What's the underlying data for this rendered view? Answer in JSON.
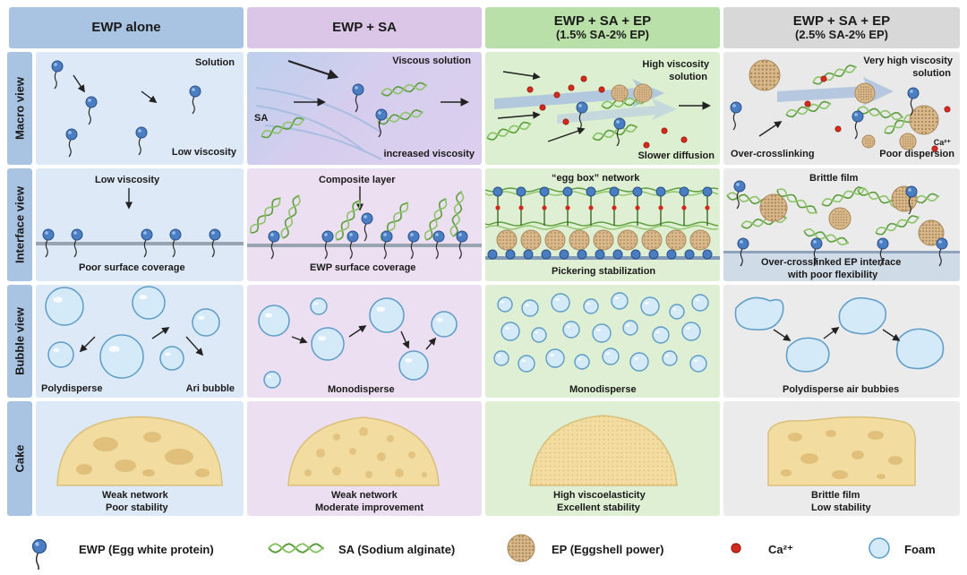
{
  "columns": [
    {
      "title": "EWP alone",
      "subtitle": ""
    },
    {
      "title": "EWP + SA",
      "subtitle": ""
    },
    {
      "title": "EWP + SA + EP",
      "subtitle": "(1.5% SA-2% EP)"
    },
    {
      "title": "EWP + SA + EP",
      "subtitle": "(2.5% SA-2% EP)"
    }
  ],
  "rows": [
    "Macro view",
    "Interface view",
    "Bubble view",
    "Cake"
  ],
  "macro": {
    "c1": {
      "a": "Solution",
      "b": "Low viscosity"
    },
    "c2": {
      "a": "Viscous solution",
      "b": "SA",
      "c": "increased viscosity"
    },
    "c3": {
      "a": "High viscosity",
      "a2": "solution",
      "b": "Slower diffusion"
    },
    "c4": {
      "a": "Very high viscosity",
      "a2": "solution",
      "b": "Over-crosslinking",
      "c": "Poor dispersion",
      "d": "Ca²⁺"
    }
  },
  "interface": {
    "c1": {
      "top": "Low viscosity",
      "bottom": "Poor surface coverage"
    },
    "c2": {
      "top": "Composite layer",
      "bottom": "EWP surface coverage"
    },
    "c3": {
      "top": "“egg box” network",
      "bottom": "Pickering stabilization"
    },
    "c4": {
      "top": "Brittle film",
      "bottom1": "Over-crosslinked EP interface",
      "bottom2": "with poor flexibility"
    }
  },
  "bubble": {
    "c1": {
      "a": "Polydisperse",
      "b": "Ari bubble"
    },
    "c2": {
      "a": "Monodisperse"
    },
    "c3": {
      "a": "Monodisperse"
    },
    "c4": {
      "a": "Polydisperse air bubbies"
    }
  },
  "cake": {
    "c1": {
      "a": "Weak network",
      "b": "Poor stability"
    },
    "c2": {
      "a": "Weak network",
      "b": "Moderate improvement"
    },
    "c3": {
      "a": "High viscoelasticity",
      "b": "Excellent stability"
    },
    "c4": {
      "a": "Brittle film",
      "b": "Low stability"
    }
  },
  "legend": {
    "ewp": "EWP (Egg white protein)",
    "sa": "SA (Sodium alginate)",
    "ep": "EP (Eggshell power)",
    "ca": "Ca²⁺",
    "foam": "Foam"
  },
  "colors": {
    "col1_header": "#a9c3e2",
    "col2_header": "#d9c4e6",
    "col3_header": "#b8dea8",
    "col4_header": "#d9d9d9",
    "col1_bg": "#dde9f6",
    "col2_bg": "#ecdff2",
    "col3_bg": "#deefd3",
    "col4_bg": "#ebebeb",
    "ewp_blue": "#4a7ec2",
    "sa_green": "#5a9e3a",
    "ca_red": "#d42a1e",
    "ep_tan": "#d9b88a",
    "cake": "#f2dca0"
  }
}
